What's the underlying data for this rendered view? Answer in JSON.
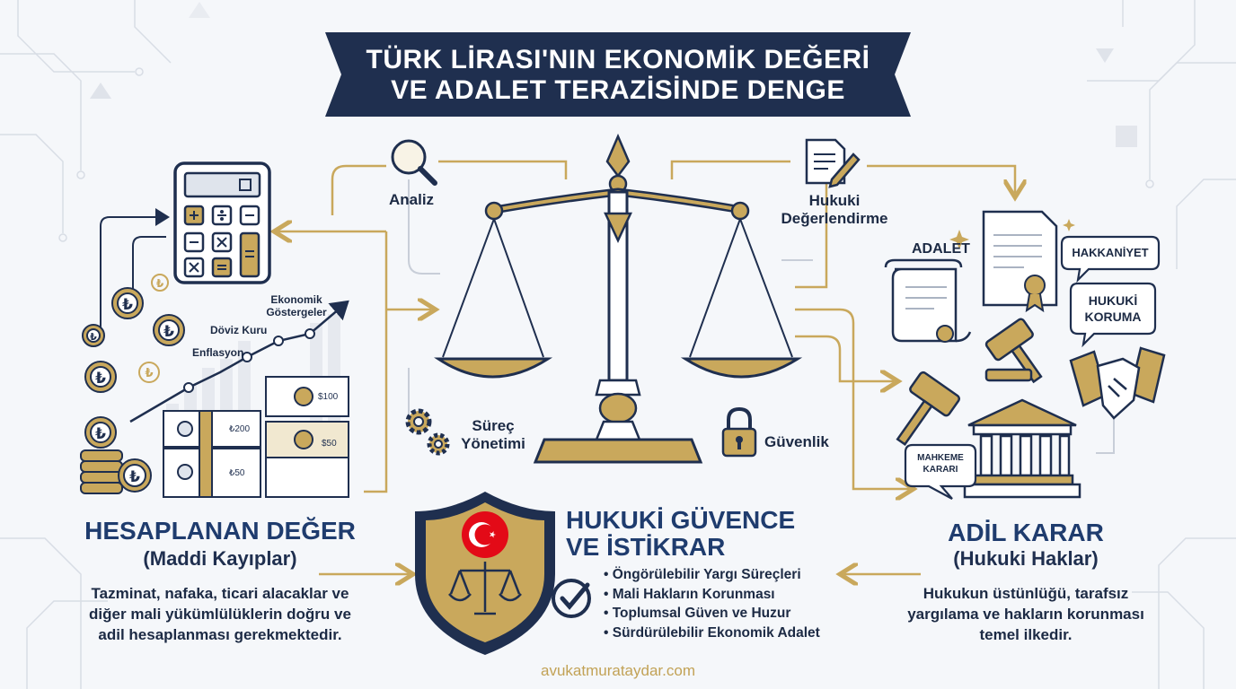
{
  "banner": {
    "line1": "TÜRK LİRASI'NIN EKONOMİK DEĞERİ",
    "line2": "VE ADALET TERAZİSİNDE DENGE"
  },
  "labels": {
    "analiz": "Analiz",
    "hukuki_line1": "Hukuki",
    "hukuki_line2": "Değerlendirme",
    "surec_line1": "Süreç",
    "surec_line2": "Yönetimi",
    "guvenlik": "Güvenlik",
    "ekonomik_line1": "Ekonomik",
    "ekonomik_line2": "Göstergeler",
    "doviz": "Döviz Kuru",
    "enflasyon": "Enflasyon",
    "adalet": "ADALET"
  },
  "bubbles": {
    "hakkaniyet": "HAKKANİYET",
    "hukuki_koruma_line1": "HUKUKİ",
    "hukuki_koruma_line2": "KORUMA",
    "mahkeme_line1": "MAHKEME",
    "mahkeme_line2": "KARARI"
  },
  "banknotes": {
    "note_100": "$100",
    "note_50": "$50",
    "note_200": "₺200",
    "note_50_tl": "₺50"
  },
  "left": {
    "title": "HESAPLANAN DEĞER",
    "subtitle": "(Maddi Kayıplar)",
    "desc_line1": "Tazminat, nafaka, ticari alacaklar ve",
    "desc_line2": "diğer mali yükümlülüklerin doğru ve",
    "desc_line3": "adil hesaplanması gerekmektedir."
  },
  "center": {
    "title_line1": "HUKUKİ GÜVENCE",
    "title_line2": "VE İSTİKRAR",
    "bullets": [
      "Öngörülebilir Yargı Süreçleri",
      "Mali Hakların Korunması",
      "Toplumsal Güven ve Huzur",
      "Sürdürülebilir Ekonomik Adalet"
    ]
  },
  "right": {
    "title": "ADİL KARAR",
    "subtitle": "(Hukuki Haklar)",
    "desc_line1": "Hukukun üstünlüğü, tarafsız",
    "desc_line2": "yargılama ve hakların korunması",
    "desc_line3": "temel ilkedir."
  },
  "footer": "avukatmurataydar.com",
  "colors": {
    "navy": "#1f2f4f",
    "gold": "#c9a85c",
    "gold_dark": "#b38f45",
    "red": "#e30a17",
    "bg": "#f5f7fa",
    "accent_blue": "#1f3c6e"
  },
  "icons": [
    "magnifier-icon",
    "document-pen-icon",
    "gears-icon",
    "padlock-icon",
    "calculator-icon",
    "lira-coin-icon",
    "shield-icon",
    "check-icon",
    "gavel-icon",
    "courthouse-icon",
    "handshake-icon",
    "scales-icon"
  ]
}
